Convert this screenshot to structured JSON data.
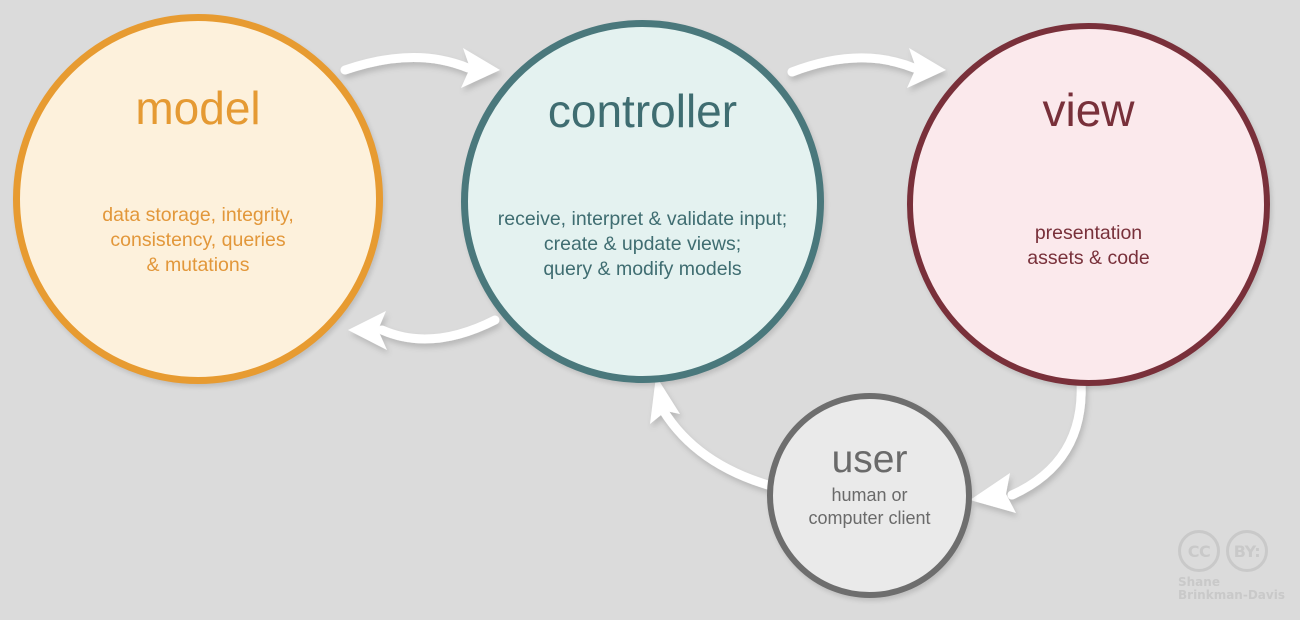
{
  "diagram": {
    "title": "Model-View-Controller architecture diagram",
    "background_color": "#dbdbdb",
    "nodes": [
      {
        "id": "model",
        "title": "model",
        "description": "data storage, integrity,\nconsistency, queries\n& mutations",
        "fill_color": "#fdf1dc",
        "border_color": "#e79b31",
        "text_color": "#e2973a"
      },
      {
        "id": "controller",
        "title": "controller",
        "description": "receive, interpret & validate input;\ncreate & update views;\nquery & modify models",
        "fill_color": "#e4f2f0",
        "border_color": "#4a787c",
        "text_color": "#3f6d71"
      },
      {
        "id": "view",
        "title": "view",
        "description": "presentation\nassets & code",
        "fill_color": "#fbe9ec",
        "border_color": "#79303a",
        "text_color": "#78303a"
      },
      {
        "id": "user",
        "title": "user",
        "description": "human or\ncomputer client",
        "fill_color": "#eaeaea",
        "border_color": "#6e6e6e",
        "text_color": "#6a6a6a"
      }
    ],
    "arrows": [
      {
        "id": "model-to-controller",
        "from": "model",
        "to": "controller",
        "color": "#ffffff"
      },
      {
        "id": "controller-to-model",
        "from": "controller",
        "to": "model",
        "color": "#ffffff"
      },
      {
        "id": "controller-to-view",
        "from": "controller",
        "to": "view",
        "color": "#ffffff"
      },
      {
        "id": "view-to-user",
        "from": "view",
        "to": "user",
        "color": "#ffffff"
      },
      {
        "id": "user-to-controller",
        "from": "user",
        "to": "controller",
        "color": "#ffffff"
      }
    ]
  },
  "attribution": {
    "cc_mark": "CC",
    "by_mark": "BY:",
    "credit": "Shane\nBrinkman-Davis",
    "color": "#c9c9c9"
  }
}
